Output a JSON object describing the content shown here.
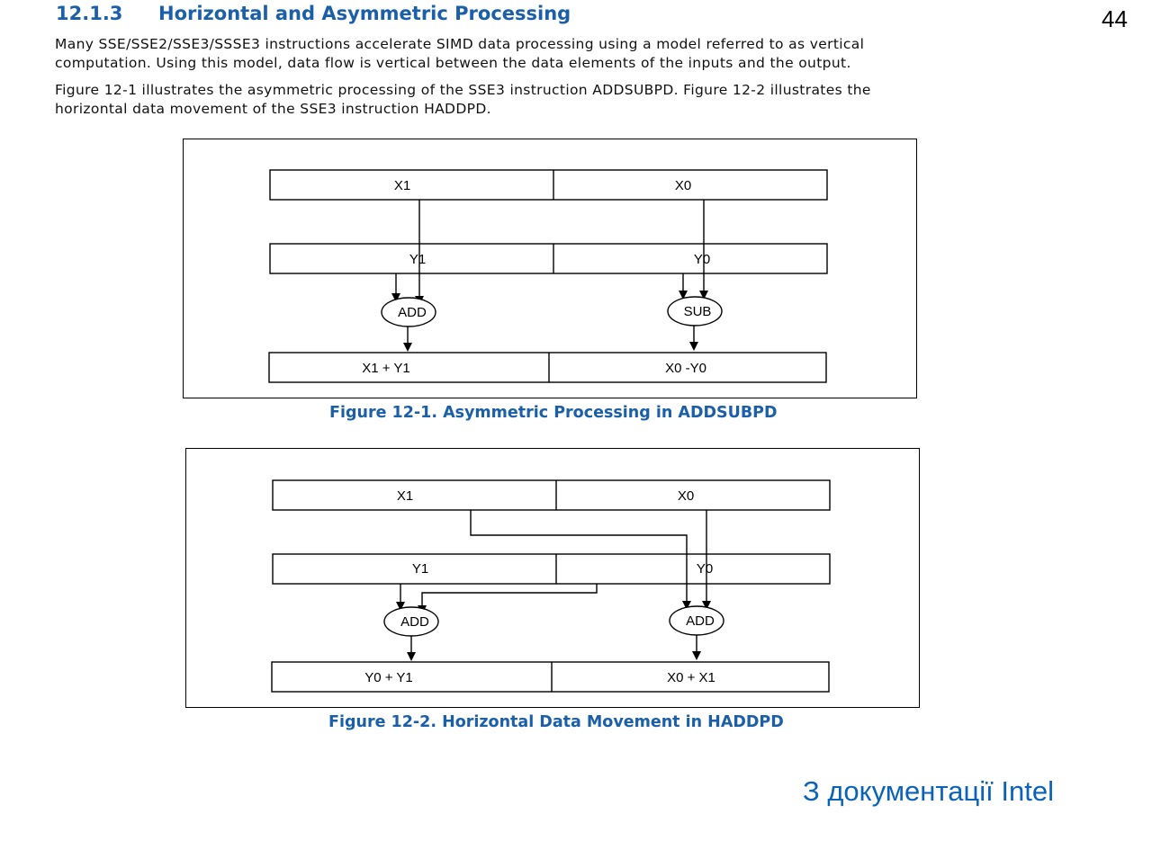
{
  "section": {
    "number": "12.1.3",
    "title": "Horizontal and Asymmetric Processing"
  },
  "page_number": "44",
  "paragraphs": {
    "p1": [
      "Many SSE/SSE2/SSE3/SSSE3 instructions accelerate SIMD data processing using a model referred to as vertical",
      "computation. Using this model, data flow is vertical between the data elements of the inputs and the output."
    ],
    "p2": [
      "Figure 12-1 illustrates the asymmetric processing of the SSE3 instruction ADDSUBPD. Figure 12-2 illustrates the",
      "horizontal data movement of the SSE3 instruction HADDPD."
    ]
  },
  "figure1": {
    "caption": "Figure 12-1.  Asymmetric Processing in ADDSUBPD",
    "source_x": {
      "high": "X1",
      "low": "X0"
    },
    "source_y": {
      "high": "Y1",
      "low": "Y0"
    },
    "ops": {
      "left": "ADD",
      "right": "SUB"
    },
    "result": {
      "high": "X1 + Y1",
      "low": "X0 -Y0"
    }
  },
  "figure2": {
    "caption": "Figure 12-2.  Horizontal Data Movement in HADDPD",
    "source_x": {
      "high": "X1",
      "low": "X0"
    },
    "source_y": {
      "high": "Y1",
      "low": "Y0"
    },
    "ops": {
      "left": "ADD",
      "right": "ADD"
    },
    "result": {
      "high": "Y0 + Y1",
      "low": "X0 + X1"
    }
  },
  "source_note": "З документації Intel"
}
